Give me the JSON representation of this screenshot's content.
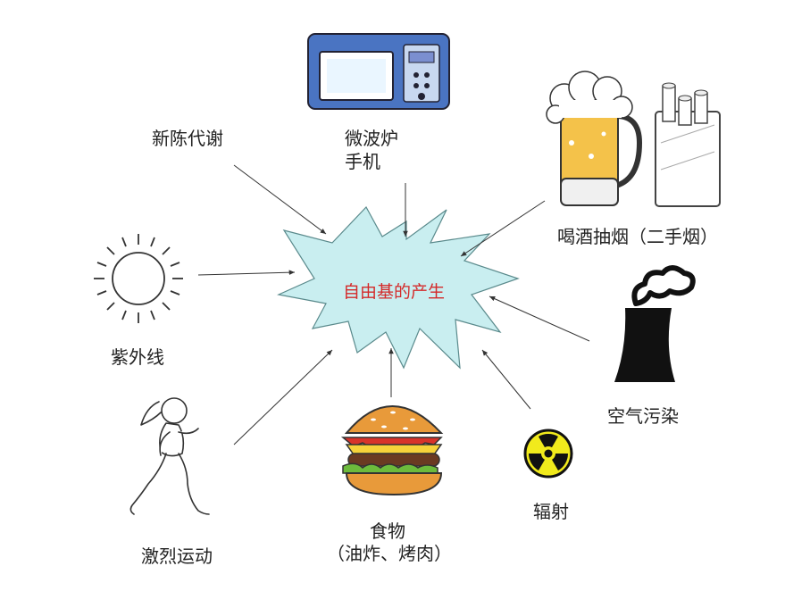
{
  "center": {
    "label": "自由基的产生",
    "fill": "#c9eef0",
    "text_color": "#d42a2a"
  },
  "sources": {
    "metabolism": {
      "label": "新陈代谢"
    },
    "microwave_phone": {
      "line1": "微波炉",
      "line2": "手机"
    },
    "drinking_smoking": {
      "label": "喝酒抽烟（二手烟）"
    },
    "uv": {
      "label": "紫外线"
    },
    "air_pollution": {
      "label": "空气污染"
    },
    "exercise": {
      "label": "激烈运动"
    },
    "food": {
      "line1": "食物",
      "line2": "（油炸、烤肉）"
    },
    "radiation": {
      "label": "辐射"
    }
  },
  "icons": [
    "microwave-icon",
    "beer-icon",
    "cigarettes-icon",
    "sun-icon",
    "factory-chimney-icon",
    "runner-icon",
    "burger-icon",
    "radiation-icon"
  ]
}
